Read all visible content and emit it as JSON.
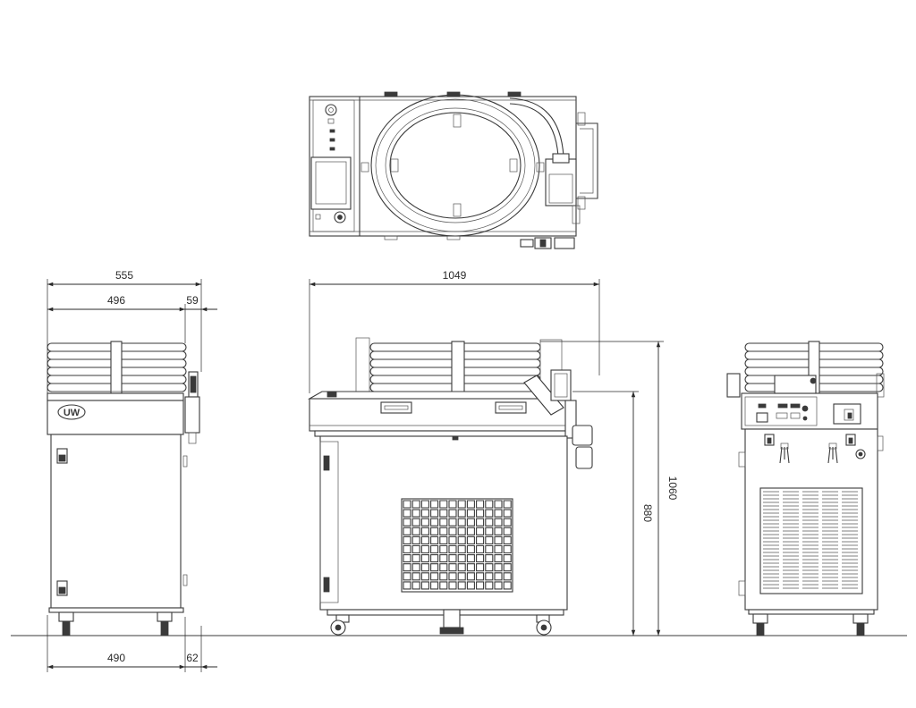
{
  "dimensions": {
    "side_overall_width": "555",
    "side_body_width": "496",
    "side_handle_depth": "59",
    "side_base_width": "490",
    "side_base_offset": "62",
    "front_width": "1049",
    "height_frame": "880",
    "height_overall": "1060"
  },
  "logo": {
    "text": "UW"
  },
  "colors": {
    "line": "#3a3a3a",
    "background": "#ffffff"
  }
}
